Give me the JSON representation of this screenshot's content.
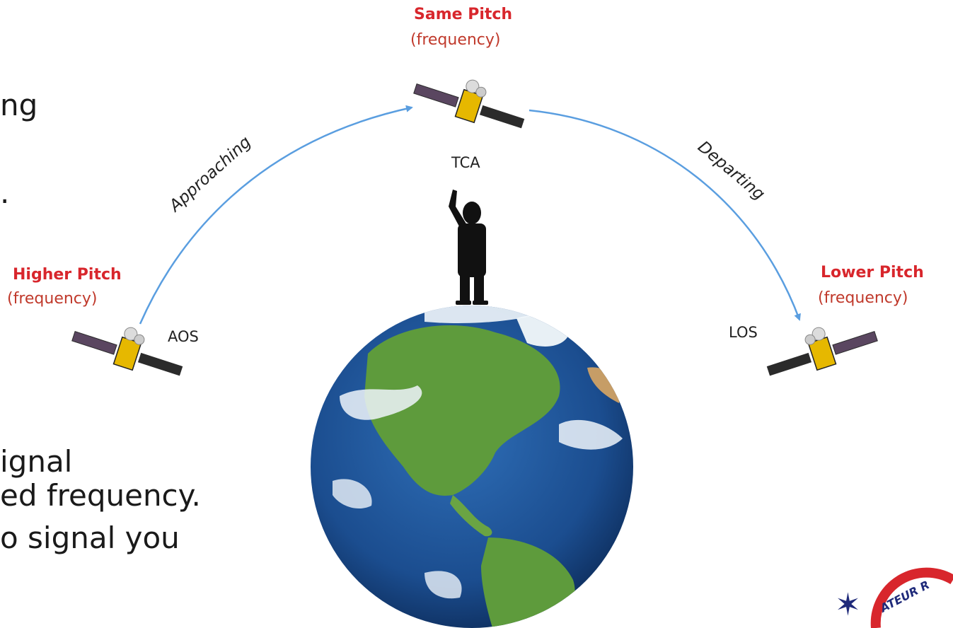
{
  "background_text": {
    "line1": "ng",
    "line2": ".",
    "line3": "ignal",
    "line4": "ed frequency.",
    "line5": "o signal you"
  },
  "top": {
    "title": "Same Pitch",
    "subtitle": "(frequency)",
    "point_label": "TCA"
  },
  "left": {
    "title": "Higher Pitch",
    "subtitle": "(frequency)",
    "point_label": "AOS"
  },
  "right": {
    "title": "Lower Pitch",
    "subtitle": "(frequency)",
    "point_label": "LOS"
  },
  "arcs": {
    "approaching": "Approaching",
    "departing": "Departing"
  },
  "colors": {
    "arc": "#5a9ee0",
    "pitch_title": "#d8262c",
    "pitch_subtitle": "#c0392b",
    "ocean": "#1b4d8f",
    "land": "#5e9b3c",
    "logo_star": "#1f2a7a",
    "logo_ring": "#d8262c"
  },
  "logo": {
    "text": "ATEUR R"
  }
}
